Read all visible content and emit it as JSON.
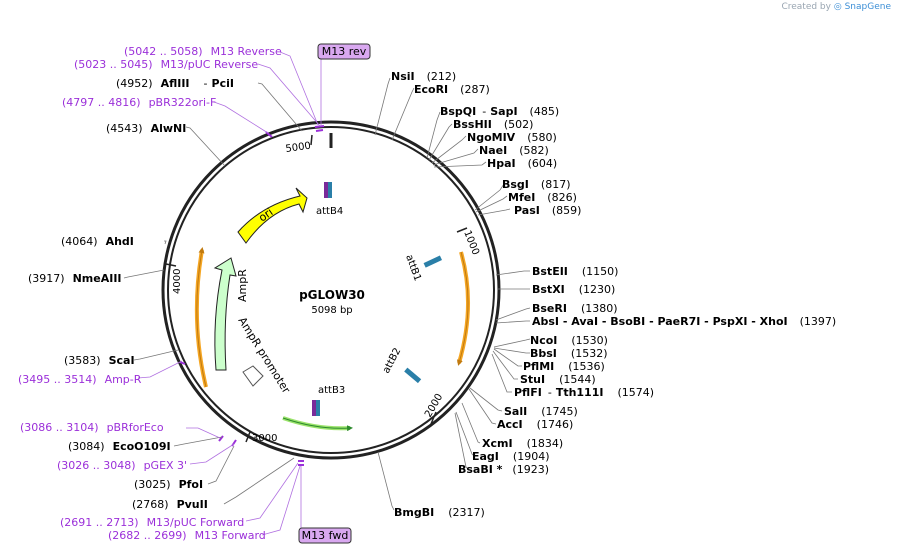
{
  "credit": {
    "prefix": "Created by",
    "brand": "SnapGene"
  },
  "plasmid": {
    "name": "pGLOW30",
    "length": "5098 bp"
  },
  "ticks": [
    "1000",
    "2000",
    "3000",
    "4000",
    "5000"
  ],
  "enzymes": {
    "nsii": {
      "name": "NsiI",
      "pos": "(212)"
    },
    "ecori": {
      "name": "EcoRI",
      "pos": "(287)"
    },
    "bspqi": {
      "name": "BspQI",
      "sep": "-",
      "name2": "SapI",
      "pos": "(485)"
    },
    "bsshii": {
      "name": "BssHII",
      "pos": "(502)"
    },
    "ngomiv": {
      "name": "NgoMIV",
      "pos": "(580)"
    },
    "naei": {
      "name": "NaeI",
      "pos": "(582)"
    },
    "hpai": {
      "name": "HpaI",
      "pos": "(604)"
    },
    "bsgi": {
      "name": "BsgI",
      "pos": "(817)"
    },
    "mfei": {
      "name": "MfeI",
      "pos": "(826)"
    },
    "pasi": {
      "name": "PasI",
      "pos": "(859)"
    },
    "bsteii": {
      "name": "BstEII",
      "pos": "(1150)"
    },
    "bstxi": {
      "name": "BstXI",
      "pos": "(1230)"
    },
    "bseri": {
      "name": "BseRI",
      "pos": "(1380)"
    },
    "absi": {
      "line": "AbsI  - AvaI  - BsoBI  - PaeR7I  - PspXI  - XhoI",
      "pos": "(1397)"
    },
    "ncoi": {
      "name": "NcoI",
      "pos": "(1530)"
    },
    "bbsi": {
      "name": "BbsI",
      "pos": "(1532)"
    },
    "pflmi": {
      "name": "PflMI",
      "pos": "(1536)"
    },
    "stui": {
      "name": "StuI",
      "pos": "(1544)"
    },
    "pflfi": {
      "name": "PflFI",
      "sep": "-",
      "name2": "Tth111I",
      "pos": "(1574)"
    },
    "sali": {
      "name": "SalI",
      "pos": "(1745)"
    },
    "acci": {
      "name": "AccI",
      "pos": "(1746)"
    },
    "xcmi": {
      "name": "XcmI",
      "pos": "(1834)"
    },
    "eagi": {
      "name": "EagI",
      "pos": "(1904)"
    },
    "bsabi": {
      "name": "BsaBI *",
      "pos": "(1923)"
    },
    "bmgbi": {
      "name": "BmgBI",
      "pos": "(2317)"
    },
    "pvuii": {
      "name": "PvuII",
      "pos": "(2768)"
    },
    "pfoi": {
      "name": "PfoI",
      "pos": "(3025)"
    },
    "eco109i": {
      "name": "EcoO109I",
      "pos": "(3084)"
    },
    "scai": {
      "name": "ScaI",
      "pos": "(3583)"
    },
    "nmeaiii": {
      "name": "NmeAIII",
      "pos": "(3917)"
    },
    "ahdi": {
      "name": "AhdI",
      "pos": "(4064)"
    },
    "alwni": {
      "name": "AlwNI",
      "pos": "(4543)"
    },
    "afliii": {
      "name": "AflIII",
      "sep": "-",
      "name2": "PciI",
      "pos": "(4952)"
    }
  },
  "primers": {
    "m13rev_full": {
      "range": "(5042 .. 5058)",
      "name": "M13 Reverse"
    },
    "m13puc_rev": {
      "range": "(5023 .. 5045)",
      "name": "M13/pUC Reverse"
    },
    "pbr322": {
      "range": "(4797 .. 4816)",
      "name": "pBR322ori-F"
    },
    "ampr_p": {
      "range": "(3495 .. 3514)",
      "name": "Amp-R"
    },
    "pbrforeco": {
      "range": "(3086 .. 3104)",
      "name": "pBRforEco"
    },
    "pgex3": {
      "range": "(3026 .. 3048)",
      "name": "pGEX 3'"
    },
    "m13puc_fwd": {
      "range": "(2691 .. 2713)",
      "name": "M13/pUC Forward"
    },
    "m13fwd_full": {
      "range": "(2682 .. 2699)",
      "name": "M13 Forward"
    }
  },
  "boxes": {
    "m13rev": "M13 rev",
    "m13fwd": "M13 fwd"
  },
  "features": {
    "ori": "ori",
    "ampr": "AmpR",
    "ampr_promoter": "AmpR promoter",
    "attb1": "attB1",
    "attb2": "attB2",
    "attb3": "attB3",
    "attb4": "attB4"
  },
  "colors": {
    "enzyme": "#000000",
    "primer": "#9b30d9",
    "ori": "#ffff00",
    "ampr": "#ccffcc",
    "orange_feature": "#f5a623",
    "green_feature": "#9be36b",
    "att": "#2a7fa8",
    "box_fill": "#d9a8f0"
  }
}
